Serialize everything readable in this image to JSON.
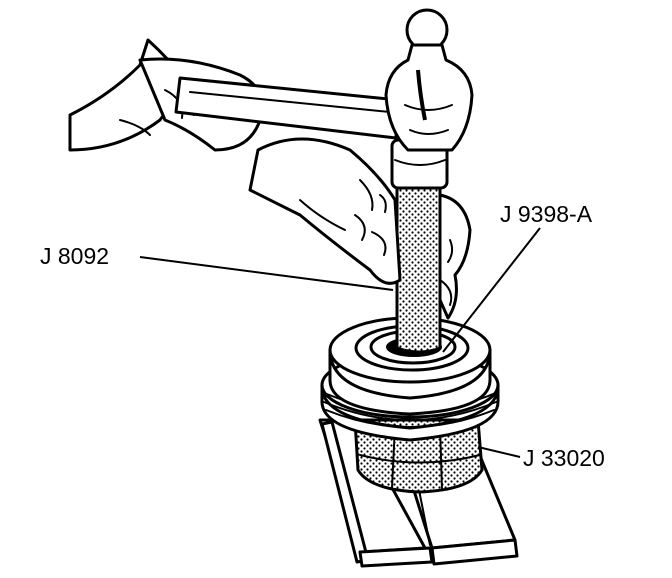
{
  "labels": {
    "driver_handle": "J 8092",
    "bearing_installer": "J 9398-A",
    "support": "J 33020"
  },
  "colors": {
    "ink": "#000000",
    "paper": "#ffffff"
  }
}
